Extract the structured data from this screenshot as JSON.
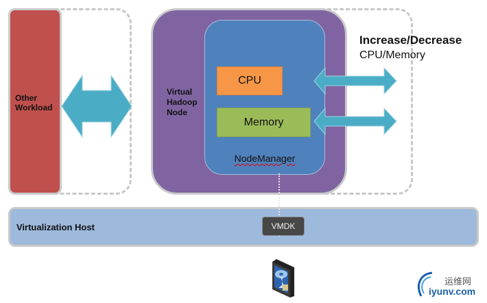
{
  "diagram": {
    "other_workload": {
      "label": "Other\nWorkload",
      "line1": "Other",
      "line2": "Workload",
      "color": "#c0504d"
    },
    "virtual_hadoop_node": {
      "line1": "Virtual",
      "line2": "Hadoop",
      "line3": "Node",
      "color": "#8064a2"
    },
    "node_manager": {
      "label": "NodeManager",
      "color": "#4f81bd"
    },
    "cpu": {
      "label": "CPU",
      "color": "#f79646"
    },
    "memory": {
      "label": "Memory",
      "color": "#9bbb59"
    },
    "virtualization_host": {
      "label": "Virtualization Host",
      "color": "#9db9dc"
    },
    "vmdk": {
      "label": "VMDK"
    },
    "annotation": {
      "heading": "Increase/Decrease",
      "subheading": "CPU/Memory"
    },
    "arrow_color": "#4bacc6",
    "icons": [
      "double-arrow-icon",
      "hard-disk-icon",
      "logo-icon"
    ]
  },
  "watermark": {
    "cn": "运维网",
    "en": "iyunv.com"
  }
}
